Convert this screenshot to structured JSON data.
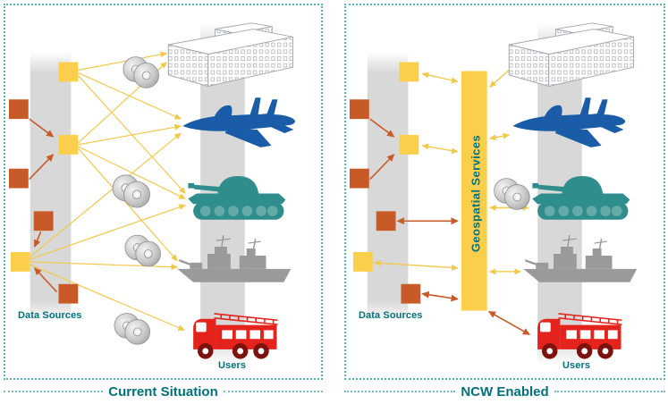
{
  "diagram": {
    "left_panel": {
      "title": "Current Situation",
      "data_sources_label": "Data Sources",
      "users_label": "Users"
    },
    "right_panel": {
      "title": "NCW Enabled",
      "hub_label": "Geospatial Services",
      "data_sources_label": "Data Sources",
      "users_label": "Users"
    },
    "icons": {
      "users": [
        "headquarters-building-icon",
        "fighter-jet-icon",
        "tank-icon",
        "navy-ship-icon",
        "fire-truck-icon"
      ],
      "media": "cd-stack-icon",
      "sources": [
        "orange-data-source-square",
        "yellow-data-source-square"
      ]
    },
    "colors": {
      "teal_text": "#00717C",
      "panel_border_dots": "#56B4C1",
      "source_yellow": "#FBCF4B",
      "source_orange": "#C85A28",
      "hub_yellow": "#FBCF4B",
      "link_yellow": "#F2C84B",
      "jet_blue": "#1A5CA8",
      "tank_teal": "#2F8E8C",
      "ship_gray": "#9A9A9A",
      "truck_red": "#E3231C",
      "band_gray": "#D8D8D8"
    }
  }
}
